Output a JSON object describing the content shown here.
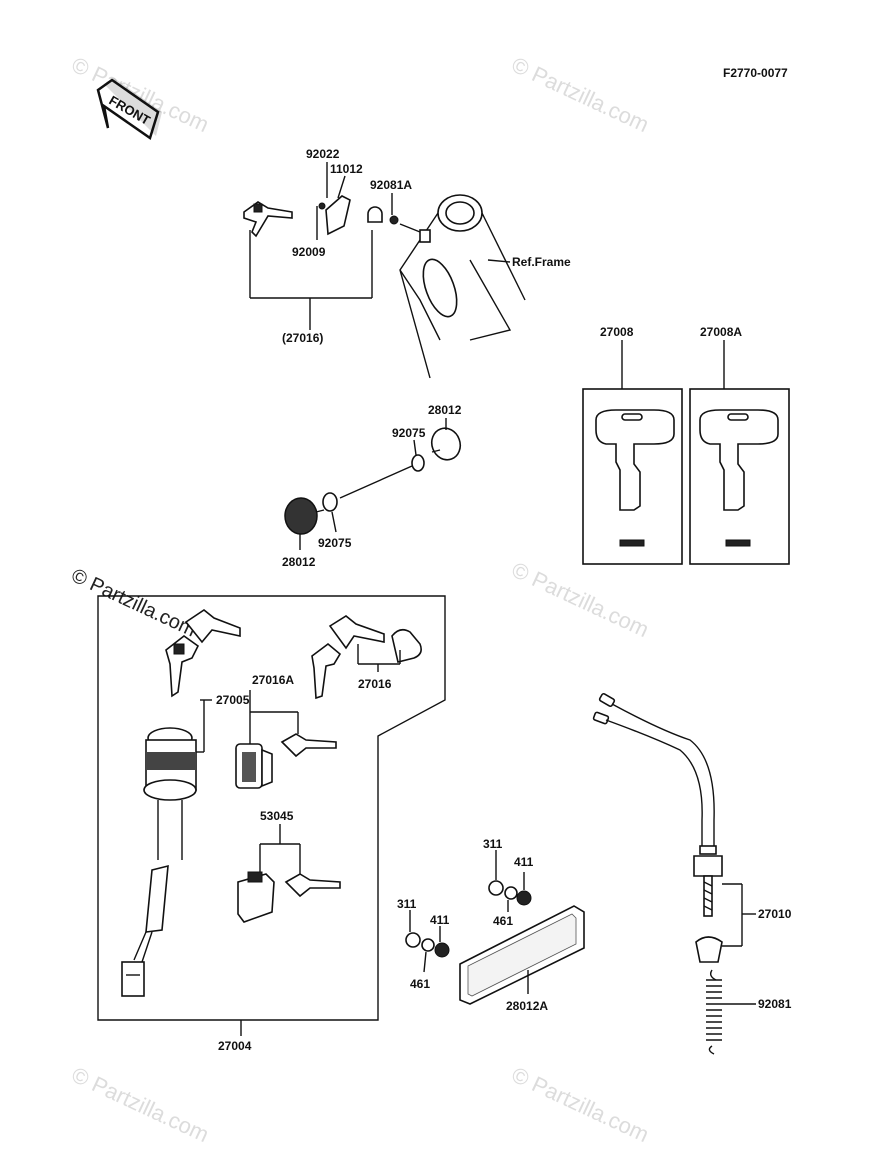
{
  "drawing_code": "F2770-0077",
  "front_label": "FRONT",
  "watermark": "© Partzilla.com",
  "ref_frame": "Ref.Frame",
  "labels": {
    "p92022": "92022",
    "p11012": "11012",
    "p92081A": "92081A",
    "p92009": "92009",
    "p27016_paren": "(27016)",
    "p27008": "27008",
    "p27008A": "27008A",
    "p28012_top": "28012",
    "p92075_top": "92075",
    "p92075_bot": "92075",
    "p28012_bot": "28012",
    "p27005": "27005",
    "p27016A": "27016A",
    "p27016": "27016",
    "p53045": "53045",
    "p27004": "27004",
    "p311_a": "311",
    "p411_a": "411",
    "p461_a": "461",
    "p311_b": "311",
    "p411_b": "411",
    "p461_b": "461",
    "p28012A": "28012A",
    "p27010": "27010",
    "p92081": "92081"
  }
}
